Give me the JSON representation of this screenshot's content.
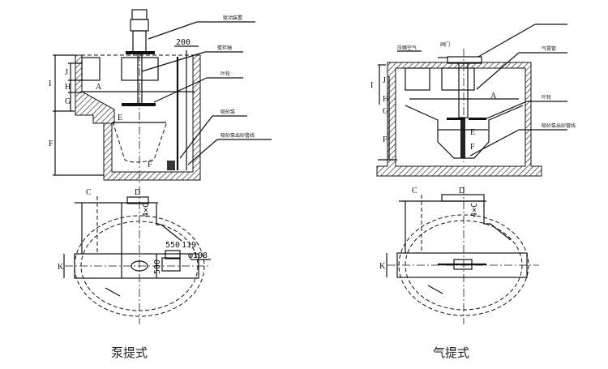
{
  "captions": {
    "left": "泵提式",
    "right": "气提式"
  },
  "dimensions": {
    "d200": "200",
    "d550": "550",
    "d119": "119",
    "d108": "φ108",
    "d500": "500",
    "d4xc": "4×C"
  },
  "letters": {
    "I": "I",
    "J": "J",
    "H": "H",
    "G": "G",
    "F": "F",
    "E": "E",
    "A": "A",
    "K": "K",
    "C": "C",
    "D": "D",
    "Fbottom": "F"
  },
  "callouts": {
    "drive": "驱动装置",
    "shaft": "搅拌轴",
    "impeller": "叶轮",
    "pump": "吸砂泵",
    "pipe": "吸砂泵出砂管线",
    "air": "压缩空气",
    "valve": "阀门",
    "airlift": "气提管"
  }
}
